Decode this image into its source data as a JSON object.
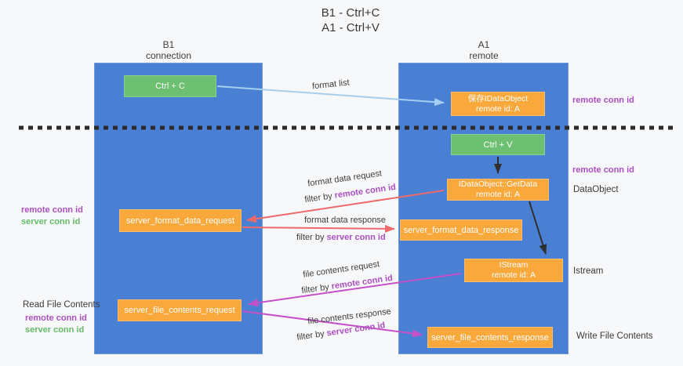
{
  "title": {
    "line1": "B1 - Ctrl+C",
    "line2": "A1 - Ctrl+V"
  },
  "lanes": {
    "left": {
      "name": "B1",
      "role": "connection"
    },
    "right": {
      "name": "A1",
      "role": "remote"
    }
  },
  "nodes": {
    "ctrl_c": {
      "label": "Ctrl + C"
    },
    "ctrl_v": {
      "label": "Ctrl + V"
    },
    "store_dataobject": {
      "line1": "保存IDataObject",
      "line2": "remote id: A"
    },
    "getdata": {
      "line1": "IDataObject::GetData",
      "line2": "remote id: A"
    },
    "istream": {
      "line1": "IStream",
      "line2": "remote id: A"
    },
    "format_request": {
      "label": "server_format_data_request"
    },
    "format_response": {
      "label": "server_format_data_response"
    },
    "file_request": {
      "label": "server_file_contents_request"
    },
    "file_response": {
      "label": "server_file_contents_response"
    }
  },
  "labels": {
    "format_list": "format list",
    "format_data_request": "format data request",
    "format_data_response": "format data response",
    "file_contents_request": "file contents request",
    "file_contents_response": "file contents response",
    "filter_by": "filter by",
    "remote_conn_id": "remote conn id",
    "server_conn_id": "server conn id",
    "dataobject": "DataObject",
    "istream": "Istream",
    "read_file_contents": "Read File Contents",
    "write_file_contents": "Write File Contents"
  },
  "colors": {
    "background": "#f7f8fa",
    "lane_fill": "#4a80d4",
    "node_orange": "#f9a83c",
    "node_green": "#6dbf71",
    "arrow_lightblue": "#a5cff0",
    "arrow_red": "#ee6a6a",
    "arrow_magenta": "#c650c8",
    "arrow_black": "#2f2f2f",
    "dashed_divider": "#2b2b2b",
    "text_purple": "#ab4fc1",
    "text_green": "#66bb6a",
    "text_dark": "#3a3a3a"
  }
}
